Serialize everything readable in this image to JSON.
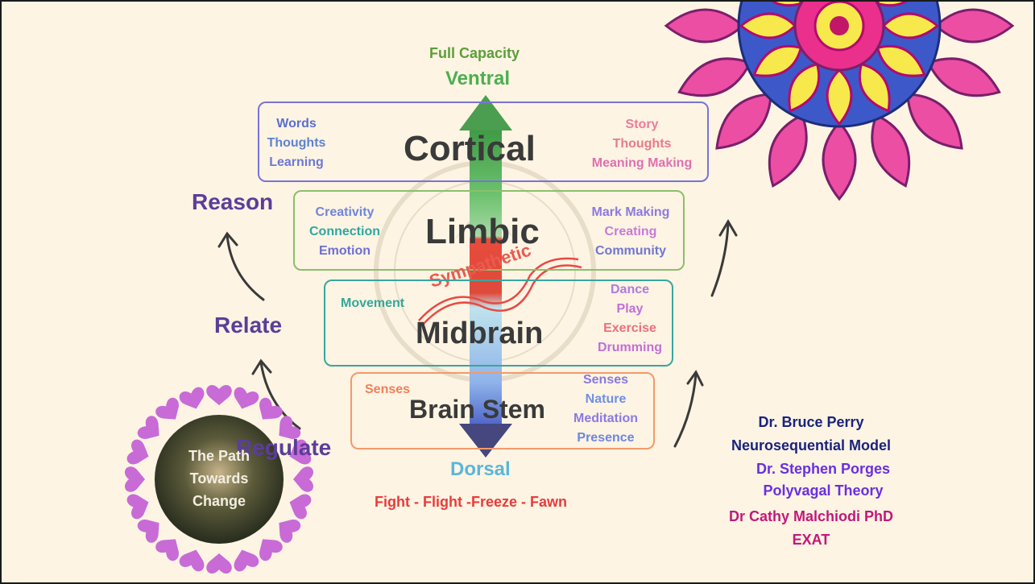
{
  "top_labels": {
    "capacity": "Full Capacity",
    "ventral": "Ventral"
  },
  "bottom_labels": {
    "dorsal": "Dorsal",
    "responses": "Fight - Flight -Freeze - Fawn"
  },
  "layers": {
    "cortical": {
      "title": "Cortical",
      "left": [
        "Words",
        "Thoughts",
        "Learning"
      ],
      "right": [
        "Story",
        "Thoughts",
        "Meaning Making"
      ]
    },
    "limbic": {
      "title": "Limbic",
      "left": [
        "Creativity",
        "Connection",
        "Emotion"
      ],
      "right": [
        "Mark Making",
        "Creating",
        "Community"
      ]
    },
    "midbrain": {
      "title": "Midbrain",
      "left": [
        "Movement"
      ],
      "right": [
        "Dance",
        "Play",
        "Exercise",
        "Drumming"
      ]
    },
    "brainstem": {
      "title": "Brain Stem",
      "left": [
        "Senses"
      ],
      "right": [
        "Senses",
        "Nature",
        "Meditation",
        "Presence"
      ]
    }
  },
  "sympathetic_label": "Sympathetic",
  "stages": {
    "reason": "Reason",
    "relate": "Relate",
    "regulate": "Regulate"
  },
  "path_badge": {
    "line1": "The Path",
    "line2": "Towards",
    "line3": "Change"
  },
  "credits": {
    "perry_name": "Dr. Bruce Perry",
    "perry_model": "Neurosequential Model",
    "porges_name": "Dr. Stephen Porges",
    "porges_theory": "Polyvagal Theory",
    "malchiodi_name": "Dr Cathy Malchiodi PhD",
    "malchiodi_org": "EXAT"
  },
  "colors": {
    "ventral_green": "#4caf50",
    "sympathetic_red": "#e53935",
    "dorsal_blue": "#5b7fd6",
    "stage_purple": "#5b3d9a",
    "perry_navy": "#1a237e",
    "porges_violet": "#6a2fe0",
    "malchiodi_magenta": "#c2187a"
  }
}
